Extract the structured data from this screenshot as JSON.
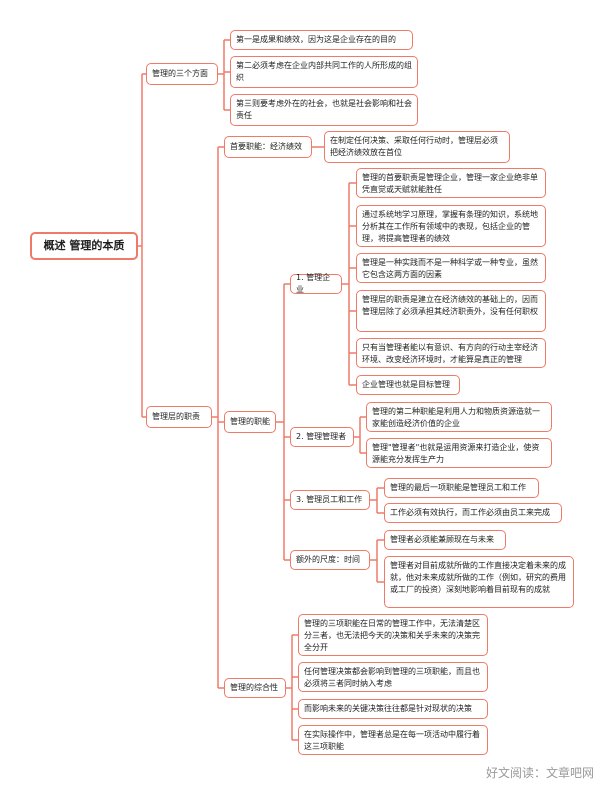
{
  "root": "概述 管理的本质",
  "three_aspects": {
    "label": "管理的三个方面",
    "items": [
      "第一是成果和绩效，因为这是企业存在的目的",
      "第二必须考虑在企业内部共同工作的人所形成的组织",
      "第三则要考虑外在的社会，也就是社会影响和社会责任"
    ]
  },
  "manager_duties": {
    "label": "管理层的职责",
    "primary": {
      "label": "首要职能：经济绩效",
      "detail": "在制定任何决策、采取任何行动时，管理层必须把经济绩效放在首位"
    },
    "functions": {
      "label": "管理的职能",
      "manage_business": {
        "label": "1. 管理企业",
        "items": [
          "管理的首要职责是管理企业，管理一家企业绝非单凭直觉或天赋就能胜任",
          "通过系统地学习原理，掌握有条理的知识，系统地分析其在工作所有领域中的表现，包括企业的管理，将提高管理者的绩效",
          "管理是一种实践而不是一种科学或一种专业，虽然它包含这两方面的因素",
          "管理层的职责是建立在经济绩效的基础上的，因而管理层除了必须承担其经济职责外，没有任何职权",
          "只有当管理者能以有意识、有方向的行动主宰经济环境、改变经济环境时，才能算是真正的管理",
          "企业管理也就是目标管理"
        ]
      },
      "manage_managers": {
        "label": "2. 管理管理者",
        "items": [
          "管理的第二种职能是利用人力和物质资源造就一家能创造经济价值的企业",
          "管理\"管理者\"也就是运用资源来打造企业，使资源能充分发挥生产力"
        ]
      },
      "manage_workers": {
        "label": "3. 管理员工和工作",
        "items": [
          "管理的最后一项职能是管理员工和工作",
          "工作必须有效执行，而工作必须由员工来完成"
        ]
      },
      "time": {
        "label": "额外的尺度：时间",
        "items": [
          "管理者必须能兼顾现在与未来",
          "管理者对目前成就所做的工作直接决定着未来的成就，他对未来成就所做的工作（例如，研究的费用或工厂的投资）深刻地影响着目前现有的成就"
        ]
      }
    },
    "integration": {
      "label": "管理的综合性",
      "items": [
        "管理的三项职能在日常的管理工作中，无法清楚区分三者，也无法把今天的决策和关乎未来的决策完全分开",
        "任何管理决策都会影响到管理的三项职能，而且也必须将三者同时纳入考虑",
        "而影响未来的关键决策往往都是针对现状的决策",
        "在实际操作中，管理者总是在每一项活动中履行着这三项职能"
      ]
    }
  },
  "watermark": "好文阅读：文章吧网",
  "colors": {
    "border": "#ef7a68",
    "line": "#ef7a68",
    "text": "#1f1f1f",
    "watermark": "#9a9a9a"
  }
}
